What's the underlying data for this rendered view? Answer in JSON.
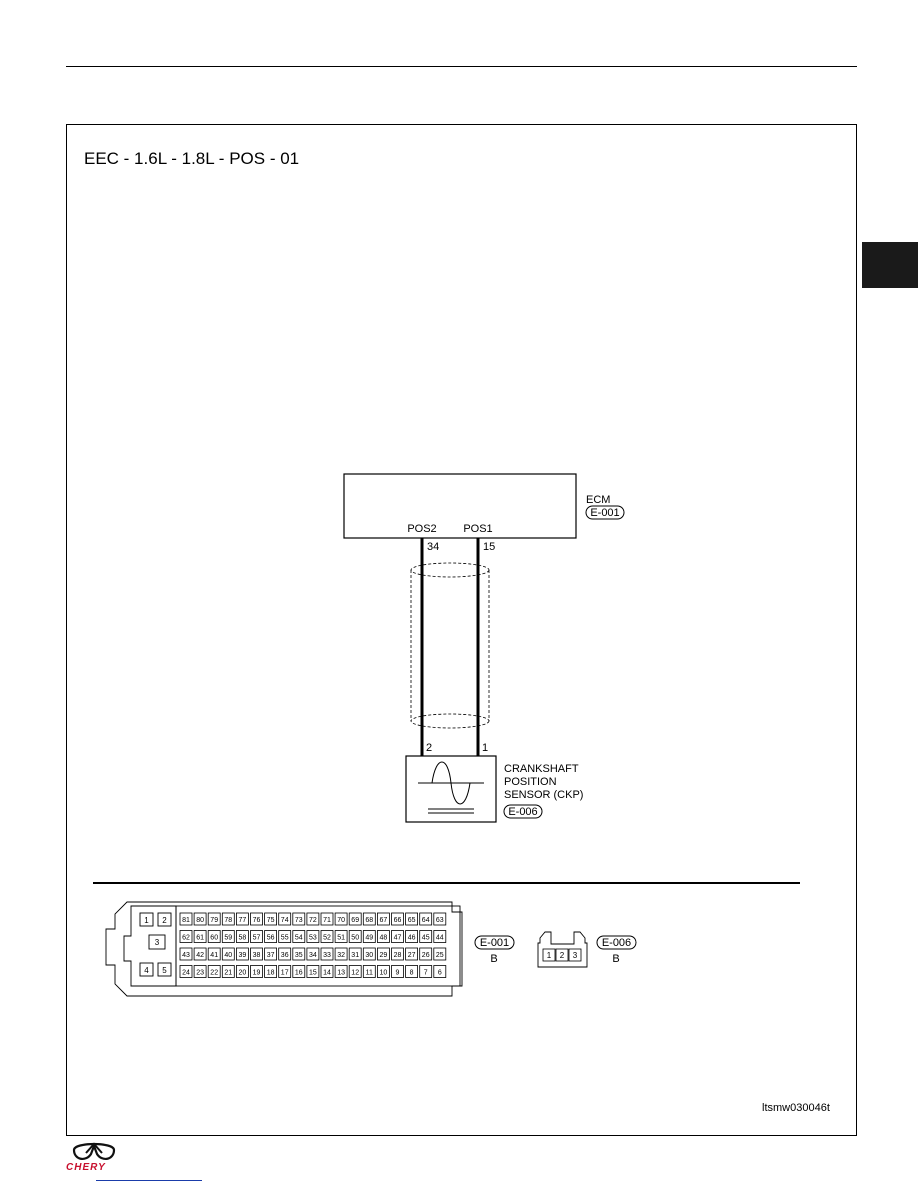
{
  "page": {
    "diagram_title": "EEC - 1.6L - 1.8L - POS - 01",
    "diagram_id": "ltsmw030046t",
    "brand": "CHERY"
  },
  "ecm": {
    "label": "ECM",
    "connector": "E-001",
    "pins": [
      {
        "signal": "POS2",
        "pin": "34"
      },
      {
        "signal": "POS1",
        "pin": "15"
      }
    ]
  },
  "sensor": {
    "label_lines": [
      "CRANKSHAFT",
      "POSITION",
      "SENSOR (CKP)"
    ],
    "connector": "E-006",
    "pins": [
      "2",
      "1"
    ]
  },
  "connector_views": {
    "e001": {
      "id": "E-001",
      "color": "B",
      "left_cells": [
        "1",
        "2",
        "3",
        "4",
        "5"
      ],
      "rows": [
        [
          "81",
          "80",
          "79",
          "78",
          "77",
          "76",
          "75",
          "74",
          "73",
          "72",
          "71",
          "70",
          "69",
          "68",
          "67",
          "66",
          "65",
          "64",
          "63"
        ],
        [
          "62",
          "61",
          "60",
          "59",
          "58",
          "57",
          "56",
          "55",
          "54",
          "53",
          "52",
          "51",
          "50",
          "49",
          "48",
          "47",
          "46",
          "45",
          "44"
        ],
        [
          "43",
          "42",
          "41",
          "40",
          "39",
          "38",
          "37",
          "36",
          "35",
          "34",
          "33",
          "32",
          "31",
          "30",
          "29",
          "28",
          "27",
          "26",
          "25"
        ],
        [
          "24",
          "23",
          "22",
          "21",
          "20",
          "19",
          "18",
          "17",
          "16",
          "15",
          "14",
          "13",
          "12",
          "11",
          "10",
          "9",
          "8",
          "7",
          "6"
        ]
      ]
    },
    "e006": {
      "id": "E-006",
      "color": "B",
      "cells": [
        "1",
        "2",
        "3"
      ]
    }
  }
}
